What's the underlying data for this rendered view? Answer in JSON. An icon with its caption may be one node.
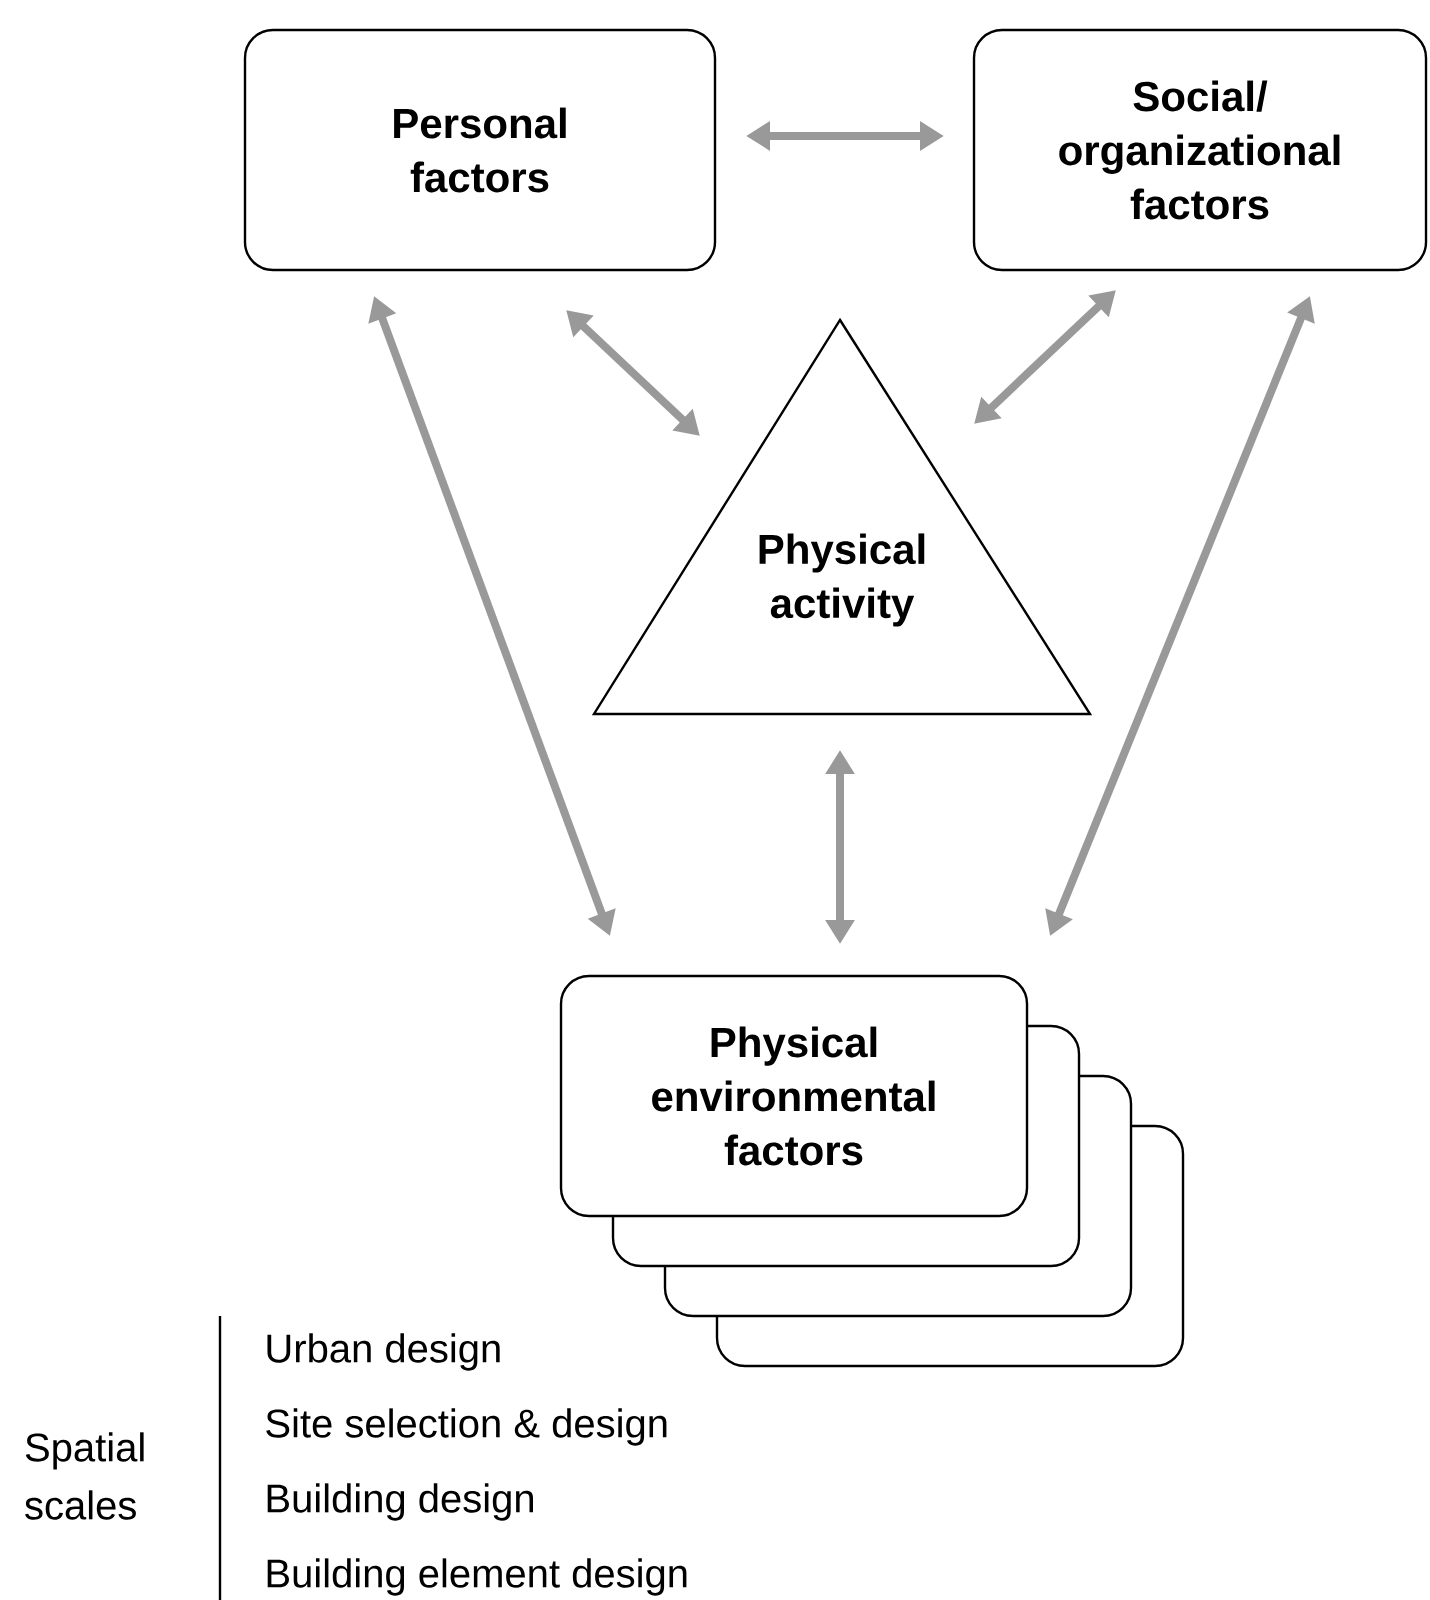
{
  "diagram": {
    "nodes": [
      {
        "text": [
          "Personal factors"
        ]
      },
      {
        "text": [
          "Social/ organizational factors"
        ]
      },
      {
        "text": [
          "Physical activity"
        ]
      },
      {
        "text": [
          "Physical environmental factors"
        ]
      }
    ],
    "edges": [
      {
        "from": 0,
        "to": 1,
        "arrow": "both"
      },
      {
        "from": 0,
        "to": 2,
        "arrow": "both"
      },
      {
        "from": 1,
        "to": 2,
        "arrow": "both"
      },
      {
        "from": 0,
        "to": 3,
        "arrow": "both"
      },
      {
        "from": 1,
        "to": 3,
        "arrow": "both"
      },
      {
        "from": 2,
        "to": 3,
        "arrow": "both"
      }
    ],
    "labels": [
      "Spatial scales",
      "Urban design",
      "Site selection & design",
      "Building design",
      "Building element design"
    ]
  }
}
